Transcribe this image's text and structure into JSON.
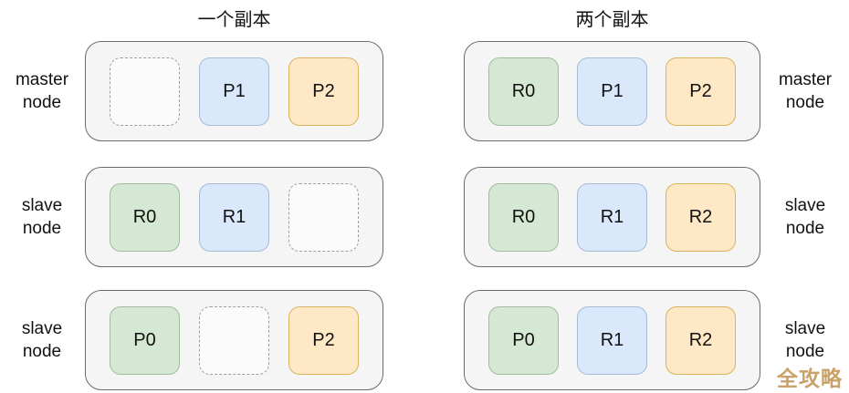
{
  "colors": {
    "container_fill": "#f5f5f5",
    "container_border": "#6b6b6b",
    "green_fill": "#d5e8d4",
    "green_border": "#a2bb9f",
    "blue_fill": "#dae8fc",
    "blue_border": "#a5bbd6",
    "orange_fill": "#ffe8c5",
    "orange_border": "#d9b35d",
    "empty_fill": "#fbfbfb",
    "empty_border": "#9e9e9e",
    "watermark_color": "#c9a26b"
  },
  "watermark": {
    "text": "全攻略"
  },
  "columns": [
    {
      "title": "一个副本",
      "label_side": "left",
      "rows": [
        {
          "label": "master node",
          "slots": [
            {
              "type": "empty",
              "label": ""
            },
            {
              "type": "blue",
              "label": "P1"
            },
            {
              "type": "orange",
              "label": "P2"
            }
          ]
        },
        {
          "label": "slave node",
          "slots": [
            {
              "type": "green",
              "label": "R0"
            },
            {
              "type": "blue",
              "label": "R1"
            },
            {
              "type": "empty",
              "label": ""
            }
          ]
        },
        {
          "label": "slave node",
          "slots": [
            {
              "type": "green",
              "label": "P0"
            },
            {
              "type": "empty",
              "label": ""
            },
            {
              "type": "orange",
              "label": "P2"
            }
          ]
        }
      ]
    },
    {
      "title": "两个副本",
      "label_side": "right",
      "rows": [
        {
          "label": "master node",
          "slots": [
            {
              "type": "green",
              "label": "R0"
            },
            {
              "type": "blue",
              "label": "P1"
            },
            {
              "type": "orange",
              "label": "P2"
            }
          ]
        },
        {
          "label": "slave node",
          "slots": [
            {
              "type": "green",
              "label": "R0"
            },
            {
              "type": "blue",
              "label": "R1"
            },
            {
              "type": "orange",
              "label": "R2"
            }
          ]
        },
        {
          "label": "slave node",
          "slots": [
            {
              "type": "green",
              "label": "P0"
            },
            {
              "type": "blue",
              "label": "R1"
            },
            {
              "type": "orange",
              "label": "R2"
            }
          ]
        }
      ]
    }
  ]
}
